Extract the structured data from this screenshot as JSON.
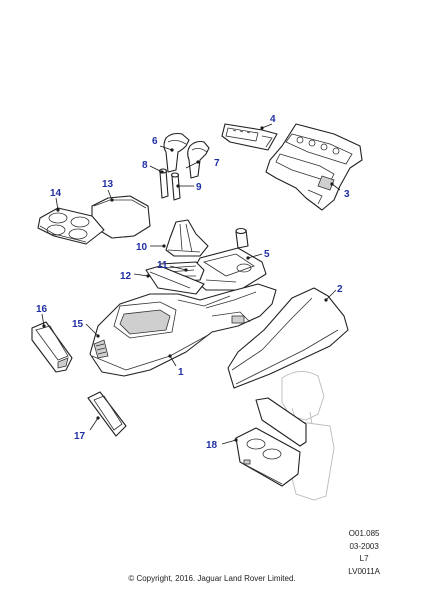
{
  "diagram": {
    "callouts": {
      "c1": "1",
      "c2": "2",
      "c3": "3",
      "c4": "4",
      "c5": "5",
      "c6": "6",
      "c7": "7",
      "c8": "8",
      "c9": "9",
      "c10": "10",
      "c11": "11",
      "c12": "12",
      "c13": "13",
      "c14": "14",
      "c15": "15",
      "c16": "16",
      "c17": "17",
      "c18": "18"
    },
    "callout_color": "#1f2fa3"
  },
  "meta": {
    "code": "O01.085",
    "date": "03-2003",
    "line3": "L7",
    "illustration_id": "LV0011A"
  },
  "copyright": "© Copyright, 2016. Jaguar Land Rover Limited."
}
